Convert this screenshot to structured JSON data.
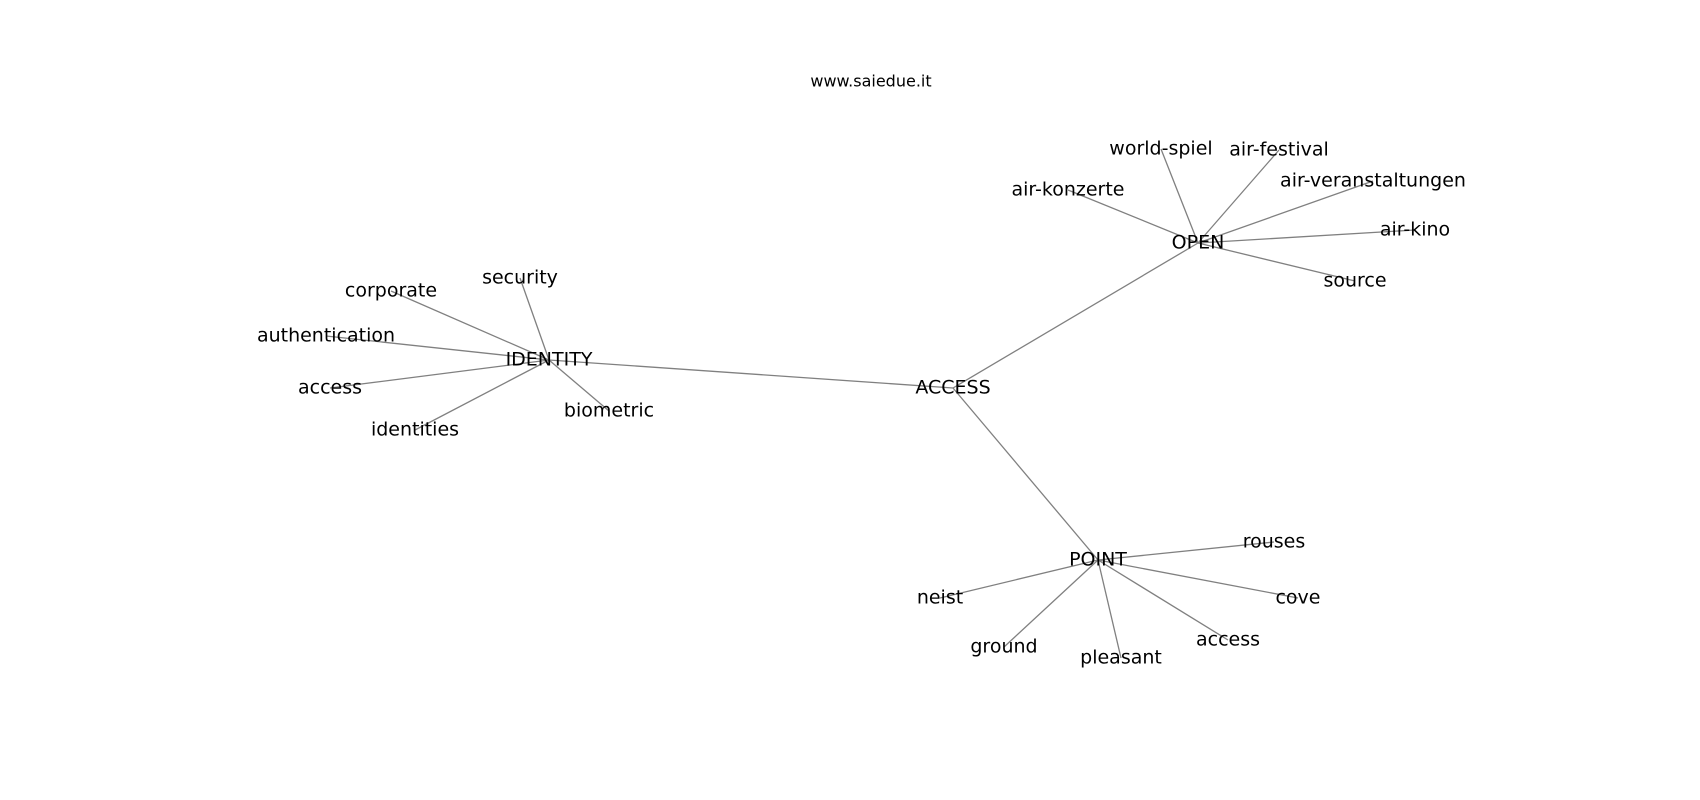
{
  "header": {
    "site": "www.saiedue.it"
  },
  "graph": {
    "edge_color": "#808080",
    "label_color": "#000000",
    "nodes": [
      {
        "id": "access_center",
        "label": "ACCESS"
      },
      {
        "id": "identity",
        "label": "IDENTITY"
      },
      {
        "id": "open",
        "label": "OPEN"
      },
      {
        "id": "point",
        "label": "POINT"
      },
      {
        "id": "security",
        "label": "security"
      },
      {
        "id": "corporate",
        "label": "corporate"
      },
      {
        "id": "authentication",
        "label": "authentication"
      },
      {
        "id": "access_identity",
        "label": "access"
      },
      {
        "id": "identities",
        "label": "identities"
      },
      {
        "id": "biometric",
        "label": "biometric"
      },
      {
        "id": "world_spiel",
        "label": "world-spiel"
      },
      {
        "id": "air_festival",
        "label": "air-festival"
      },
      {
        "id": "air_konzerte",
        "label": "air-konzerte"
      },
      {
        "id": "air_veranstaltungen",
        "label": "air-veranstaltungen"
      },
      {
        "id": "air_kino",
        "label": "air-kino"
      },
      {
        "id": "source",
        "label": "source"
      },
      {
        "id": "rouses",
        "label": "rouses"
      },
      {
        "id": "neist",
        "label": "neist"
      },
      {
        "id": "cove",
        "label": "cove"
      },
      {
        "id": "ground",
        "label": "ground"
      },
      {
        "id": "pleasant",
        "label": "pleasant"
      },
      {
        "id": "access_point",
        "label": "access"
      }
    ],
    "edges": [
      [
        "access_center",
        "identity"
      ],
      [
        "access_center",
        "open"
      ],
      [
        "access_center",
        "point"
      ],
      [
        "identity",
        "security"
      ],
      [
        "identity",
        "corporate"
      ],
      [
        "identity",
        "authentication"
      ],
      [
        "identity",
        "access_identity"
      ],
      [
        "identity",
        "identities"
      ],
      [
        "identity",
        "biometric"
      ],
      [
        "open",
        "world_spiel"
      ],
      [
        "open",
        "air_festival"
      ],
      [
        "open",
        "air_konzerte"
      ],
      [
        "open",
        "air_veranstaltungen"
      ],
      [
        "open",
        "air_kino"
      ],
      [
        "open",
        "source"
      ],
      [
        "point",
        "rouses"
      ],
      [
        "point",
        "neist"
      ],
      [
        "point",
        "cove"
      ],
      [
        "point",
        "ground"
      ],
      [
        "point",
        "pleasant"
      ],
      [
        "point",
        "access_point"
      ]
    ]
  }
}
